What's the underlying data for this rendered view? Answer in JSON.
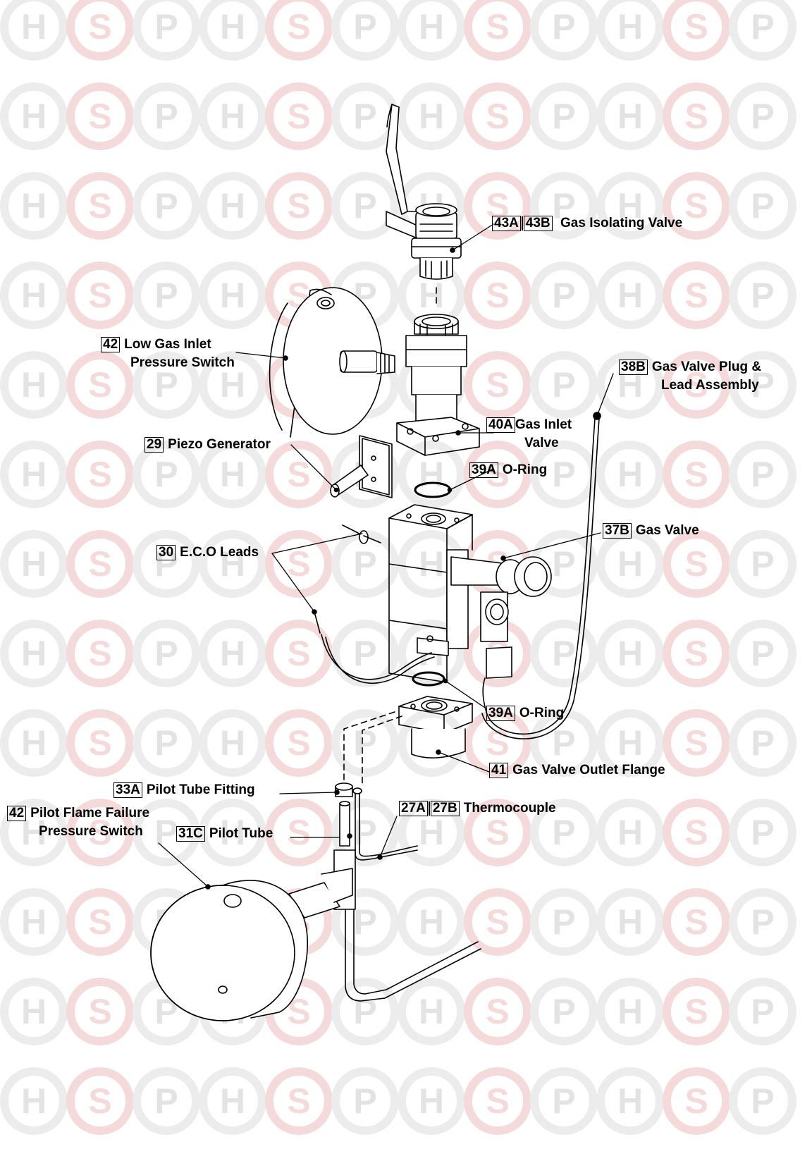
{
  "watermark": {
    "letters": [
      "H",
      "S",
      "P"
    ],
    "ring_color": "#ececec",
    "s_color": "#f4dada",
    "letter_color": "#e3e3e3"
  },
  "callouts": {
    "c43": {
      "refs": [
        "43A",
        "43B"
      ],
      "text": "Gas Isolating Valve"
    },
    "c42a": {
      "refs": [
        "42"
      ],
      "text_l1": "Low Gas Inlet",
      "text_l2": "Pressure Switch"
    },
    "c38b": {
      "refs": [
        "38B"
      ],
      "text_l1": "Gas Valve Plug &",
      "text_l2": "Lead Assembly"
    },
    "c40a": {
      "refs": [
        "40A"
      ],
      "text_l1": "Gas Inlet",
      "text_l2": "Valve"
    },
    "c29": {
      "refs": [
        "29"
      ],
      "text": "Piezo Generator"
    },
    "c39a1": {
      "refs": [
        "39A"
      ],
      "text": "O-Ring"
    },
    "c37b": {
      "refs": [
        "37B"
      ],
      "text": "Gas Valve"
    },
    "c30": {
      "refs": [
        "30"
      ],
      "text": "E.C.O Leads"
    },
    "c39a2": {
      "refs": [
        "39A"
      ],
      "text": "O-Ring"
    },
    "c41": {
      "refs": [
        "41"
      ],
      "text": "Gas Valve Outlet Flange"
    },
    "c33a": {
      "refs": [
        "33A"
      ],
      "text": "Pilot Tube Fitting"
    },
    "c27": {
      "refs": [
        "27A",
        "27B"
      ],
      "text": "Thermocouple"
    },
    "c42b": {
      "refs": [
        "42"
      ],
      "text_l1": "Pilot Flame Failure",
      "text_l2": "Pressure Switch"
    },
    "c31c": {
      "refs": [
        "31C"
      ],
      "text": "Pilot Tube"
    }
  }
}
